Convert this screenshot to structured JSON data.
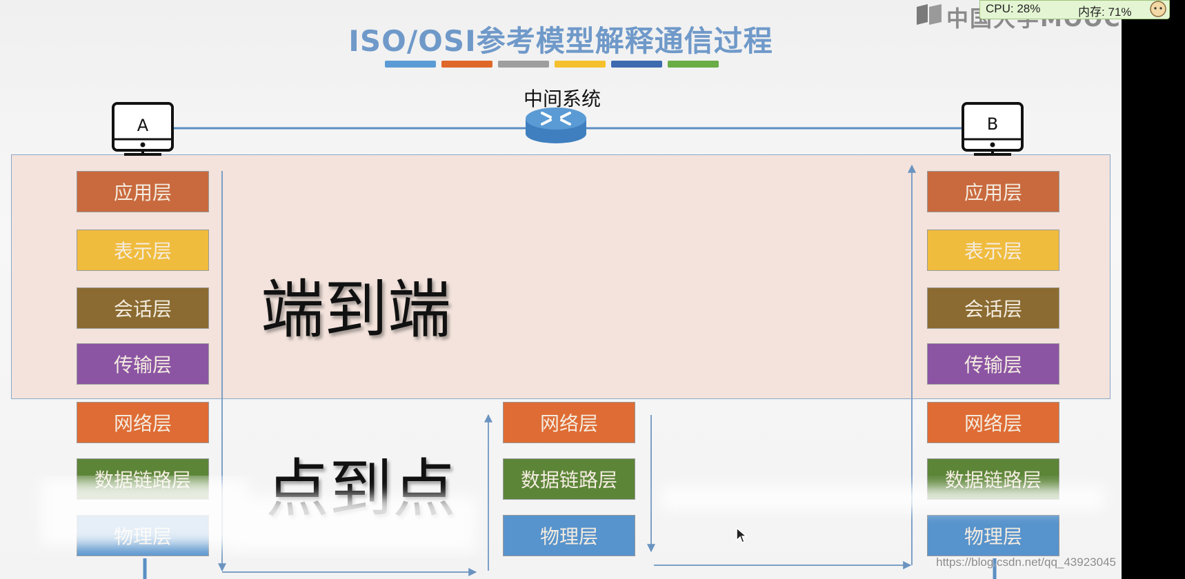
{
  "slide": {
    "title": "ISO/OSI参考模型解释通信过程",
    "title_bar_colors": [
      "#5b9bd5",
      "#e0672a",
      "#9e9e9e",
      "#f5c02e",
      "#3e6bb0",
      "#6aac45"
    ],
    "brand_text": "中国大学MOOC"
  },
  "status": {
    "cpu": "CPU: 28%",
    "memory": "内存: 71%"
  },
  "hosts": {
    "a_label": "A",
    "b_label": "B"
  },
  "middle": {
    "label": "中间系统"
  },
  "labels": {
    "end_to_end": "端到端",
    "point_to_point": "点到点"
  },
  "stack_a": [
    {
      "label": "应用层",
      "color": "#c96a3e"
    },
    {
      "label": "表示层",
      "color": "#f0bc3e"
    },
    {
      "label": "会话层",
      "color": "#8b6b31"
    },
    {
      "label": "传输层",
      "color": "#8b55a3"
    },
    {
      "label": "网络层",
      "color": "#df6c34"
    },
    {
      "label": "数据链路层",
      "color": "#5c8538"
    },
    {
      "label": "物理层",
      "color": "#5793cc"
    }
  ],
  "stack_mid": [
    {
      "label": "网络层",
      "color": "#df6c34"
    },
    {
      "label": "数据链路层",
      "color": "#5c8538"
    },
    {
      "label": "物理层",
      "color": "#5793cc"
    }
  ],
  "stack_b": [
    {
      "label": "应用层",
      "color": "#c96a3e"
    },
    {
      "label": "表示层",
      "color": "#f0bc3e"
    },
    {
      "label": "会话层",
      "color": "#8b6b31"
    },
    {
      "label": "传输层",
      "color": "#8b55a3"
    },
    {
      "label": "网络层",
      "color": "#df6c34"
    },
    {
      "label": "数据链路层",
      "color": "#5c8538"
    },
    {
      "label": "物理层",
      "color": "#5793cc"
    }
  ],
  "watermark": "https://blog.csdn.net/qq_43923045"
}
